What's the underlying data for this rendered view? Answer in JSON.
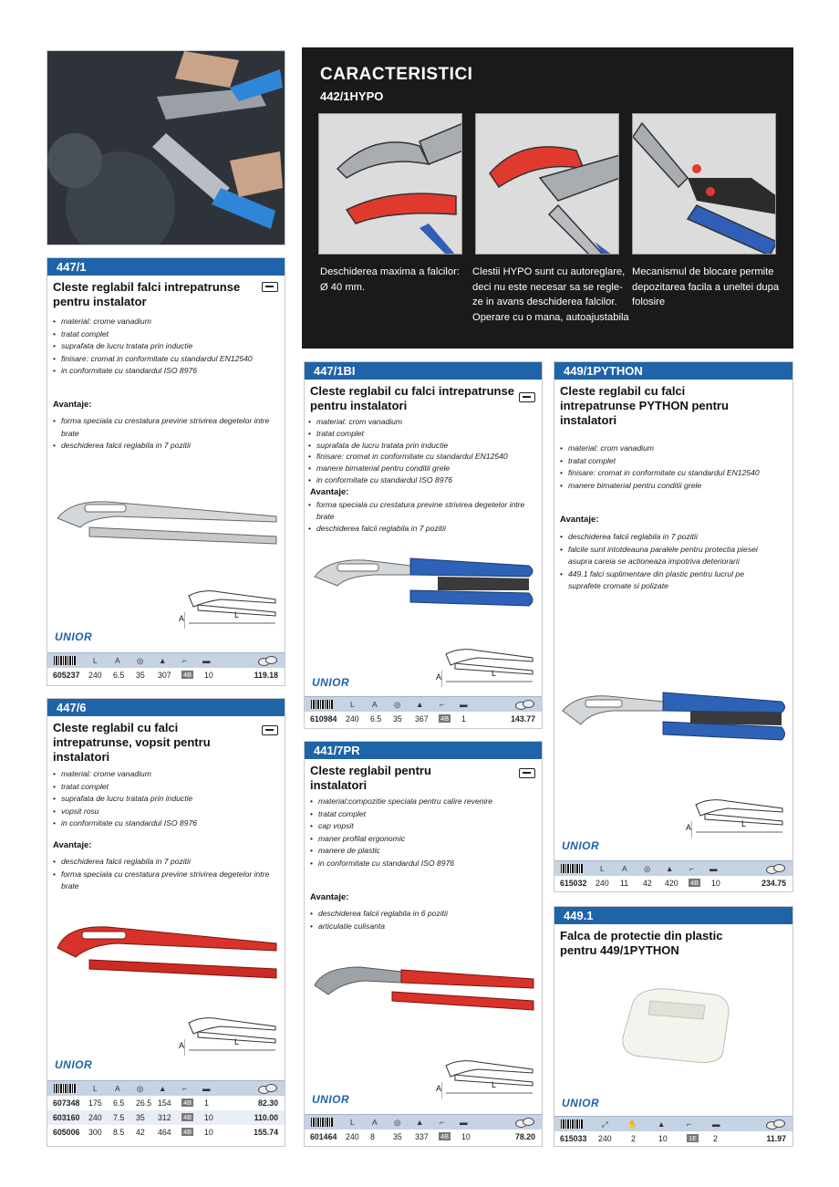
{
  "features": {
    "title": "CARACTERISTICI",
    "subtitle": "442/1HYPO",
    "captions": [
      "Deschiderea maxima a falcilor: Ø 40 mm.",
      "Clestii HYPO sunt cu autoreglare, deci nu este necesar sa se regle-ze in avans deschiderea falcilor. Operare cu o mana, autoajustabila",
      "Mecanismul de blocare permite depozitarea facila a uneltei dupa folosire"
    ]
  },
  "table_labels": {
    "l": "L",
    "a": "A",
    "logo": "UNIOR"
  },
  "dims": {
    "l": "L",
    "a": "A"
  },
  "products": {
    "p4471": {
      "code": "447/1",
      "title": "Cleste reglabil falci intrepatrunse pentru instalator",
      "features": [
        "material: crome vanadium",
        "tratat complet",
        "suprafata de lucru tratata prin inductie",
        "finisare: cromat in conformitate cu standardul EN12540",
        "in conformitate cu standardul ISO 8976"
      ],
      "adv_label": "Avantaje:",
      "advantages": [
        "forma speciala cu crestatura previne strivirea degetelor intre brate",
        "deschiderea falcii reglabila in 7 pozitii"
      ],
      "rows": [
        {
          "code": "605237",
          "l": "240",
          "a": "6.5",
          "c3": "35",
          "c4": "307",
          "tag": "4B",
          "c6": "10",
          "price": "119.18"
        }
      ]
    },
    "p4476": {
      "code": "447/6",
      "title": "Cleste reglabil cu falci intrepatrunse, vopsit pentru instalatori",
      "features": [
        "material: crome vanadium",
        "tratat complet",
        "suprafata de lucru tratata prin inductie",
        "vopsit rosu",
        "in conformitate cu standardul ISO 8976"
      ],
      "adv_label": "Avantaje:",
      "advantages": [
        "deschiderea falcii reglabila in 7 pozitii",
        "forma speciala cu crestatura previne strivirea degetelor intre brate"
      ],
      "rows": [
        {
          "code": "607348",
          "l": "175",
          "a": "6.5",
          "c3": "26.5",
          "c4": "154",
          "tag": "4B",
          "c6": "1",
          "price": "82.30"
        },
        {
          "code": "603160",
          "l": "240",
          "a": "7.5",
          "c3": "35",
          "c4": "312",
          "tag": "4B",
          "c6": "10",
          "price": "110.00"
        },
        {
          "code": "605006",
          "l": "300",
          "a": "8.5",
          "c3": "42",
          "c4": "464",
          "tag": "4B",
          "c6": "10",
          "price": "155.74"
        }
      ]
    },
    "p4471bi": {
      "code": "447/1BI",
      "title": "Cleste reglabil cu falci intrepatrunse pentru instalatori",
      "features": [
        "material: crom vanadium",
        "tratat complet",
        "suprafata de lucru tratata prin inductie",
        "finisare: cromat in conformitate cu standardul EN12540",
        "manere bimaterial pentru conditii grele",
        "in conformitate cu standardul ISO 8976"
      ],
      "adv_label": "Avantaje:",
      "advantages": [
        "forma speciala cu crestatura previne strivirea degetelor intre brate",
        "deschiderea falcii reglabila in 7 pozitii"
      ],
      "rows": [
        {
          "code": "610984",
          "l": "240",
          "a": "6.5",
          "c3": "35",
          "c4": "367",
          "tag": "4B",
          "c6": "1",
          "price": "143.77"
        }
      ]
    },
    "p4417pr": {
      "code": "441/7PR",
      "title": "Cleste reglabil pentru instalatori",
      "features": [
        "material:compozitie speciala pentru calire revenire",
        "tratat complet",
        "cap vopsit",
        "maner profilat ergonomic",
        "manere de plastic",
        "in conformitate cu standardul ISO 8976"
      ],
      "adv_label": "Avantaje:",
      "advantages": [
        "deschiderea falcii reglabila in 6 pozitii",
        "articulatie culisanta"
      ],
      "rows": [
        {
          "code": "601464",
          "l": "240",
          "a": "8",
          "c3": "35",
          "c4": "337",
          "tag": "4B",
          "c6": "10",
          "price": "78.20"
        }
      ]
    },
    "p4491python": {
      "code": "449/1PYTHON",
      "title": "Cleste reglabil cu falci intrepatrunse PYTHON pentru instalatori",
      "features": [
        "material: crom vanadium",
        "tratat complet",
        "finisare: cromat in conformitate cu standardul EN12540",
        "manere bimaterial pentru conditii grele"
      ],
      "adv_label": "Avantaje:",
      "advantages": [
        "deschiderea falcii reglabila in 7 pozitii",
        "falcile sunt intotdeauna paralele pentru protectia piesei asupra careia se actioneaza impotriva deteriorarii",
        "449.1 falci suplimentare din plastic pentru lucrul pe suprafete cromate si polizate"
      ],
      "rows": [
        {
          "code": "615032",
          "l": "240",
          "a": "11",
          "c3": "42",
          "c4": "420",
          "tag": "4B",
          "c6": "10",
          "price": "234.75"
        }
      ]
    },
    "p4491": {
      "code": "449.1",
      "title": "Falca de protectie din plastic pentru 449/1PYTHON",
      "rows": [
        {
          "code": "615033",
          "l": "240",
          "a": "2",
          "c3": "10",
          "tag": "1E",
          "c6": "2",
          "price": "11.97"
        }
      ]
    }
  },
  "colors": {
    "brand_blue": "#1f63a8",
    "header_blue": "#c5d3e4",
    "dark_panel": "#1a1a1a"
  }
}
